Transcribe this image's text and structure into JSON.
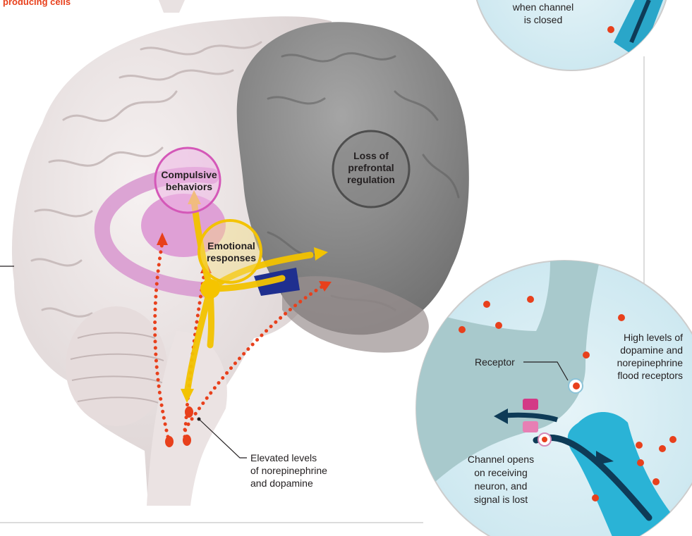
{
  "top_left_caption": "producing cells",
  "brain": {
    "compulsive": [
      "Compulsive",
      "behaviors"
    ],
    "emotional": [
      "Emotional",
      "responses"
    ],
    "prefrontal": [
      "Loss of",
      "prefrontal",
      "regulation"
    ],
    "elevated": [
      "Elevated levels",
      "of norepinephrine",
      "and dopamine"
    ]
  },
  "top_inset": [
    "when channel",
    "is closed"
  ],
  "bottom_inset": {
    "receptor": "Receptor",
    "high_levels": [
      "High levels of",
      "dopamine and",
      "norepinephrine",
      "flood receptors"
    ],
    "channel_opens": [
      "Channel opens",
      "on receiving",
      "neuron, and",
      "signal is lost"
    ]
  },
  "colors": {
    "brain_light": "#ece4e4",
    "prefrontal_gray": "#8f8f8f",
    "pink_region": "#d99bd0",
    "yellow_pathway": "#f3c300",
    "orange_dots": "#e8401c",
    "inset_fill": "#d9eef4"
  }
}
